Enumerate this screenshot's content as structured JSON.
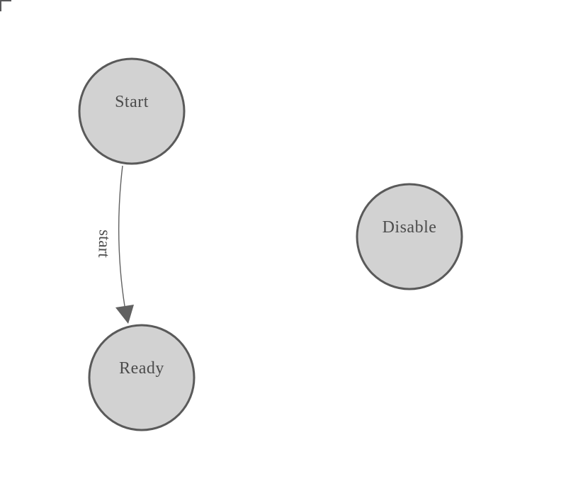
{
  "diagram": {
    "type": "state-machine",
    "background": "#ffffff",
    "colors": {
      "node_fill": "#d2d2d2",
      "node_stroke": "#5a5a5a",
      "node_label": "#4c4c4c",
      "edge_stroke": "#616161",
      "edge_label": "#4c4c4c",
      "corner_mark": "#58585a"
    },
    "nodes": [
      {
        "id": "start",
        "label": "Start"
      },
      {
        "id": "ready",
        "label": "Ready"
      },
      {
        "id": "disable",
        "label": "Disable"
      }
    ],
    "edges": [
      {
        "from": "start",
        "to": "ready",
        "label": "start"
      }
    ]
  }
}
